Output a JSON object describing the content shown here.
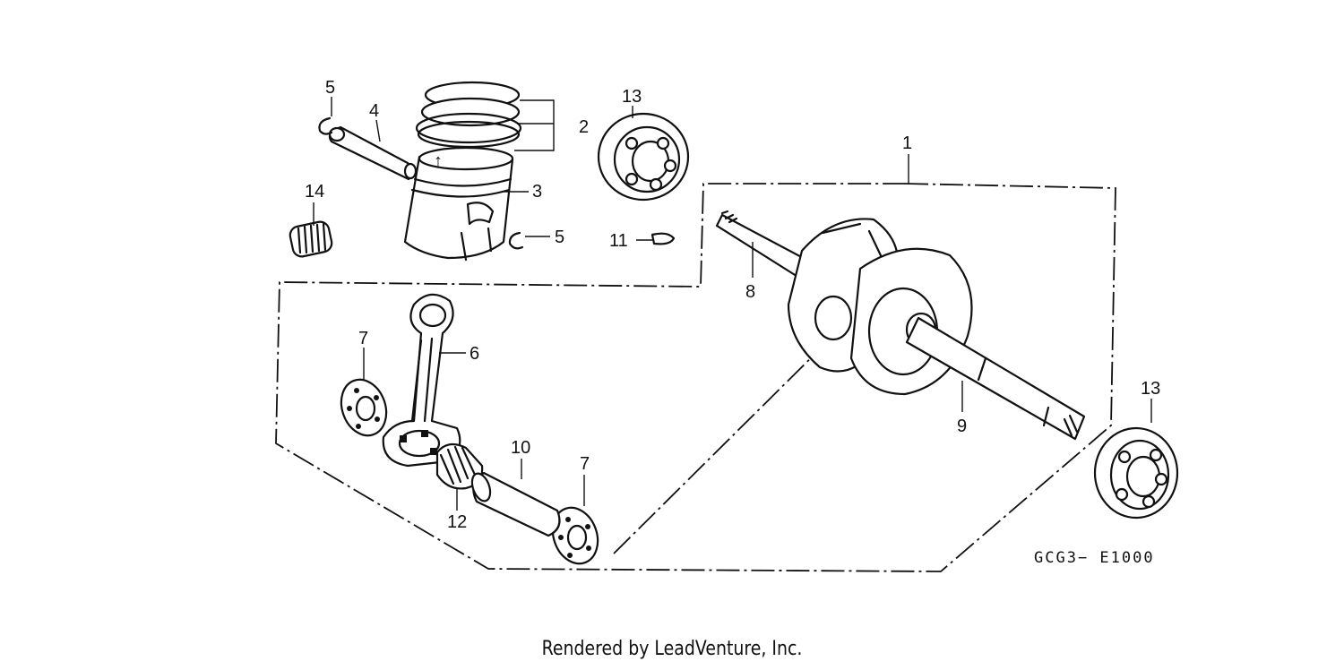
{
  "diagram": {
    "code": "GCG3− E1000",
    "footer": "Rendered by LeadVenture, Inc.",
    "callouts": [
      {
        "id": "c1",
        "text": "1"
      },
      {
        "id": "c2",
        "text": "2"
      },
      {
        "id": "c3",
        "text": "3"
      },
      {
        "id": "c4",
        "text": "4"
      },
      {
        "id": "c5a",
        "text": "5"
      },
      {
        "id": "c5b",
        "text": "5"
      },
      {
        "id": "c6",
        "text": "6"
      },
      {
        "id": "c7a",
        "text": "7"
      },
      {
        "id": "c7b",
        "text": "7"
      },
      {
        "id": "c8",
        "text": "8"
      },
      {
        "id": "c9",
        "text": "9"
      },
      {
        "id": "c10",
        "text": "10"
      },
      {
        "id": "c11",
        "text": "11"
      },
      {
        "id": "c12",
        "text": "12"
      },
      {
        "id": "c13a",
        "text": "13"
      },
      {
        "id": "c13b",
        "text": "13"
      },
      {
        "id": "c14",
        "text": "14"
      }
    ]
  }
}
